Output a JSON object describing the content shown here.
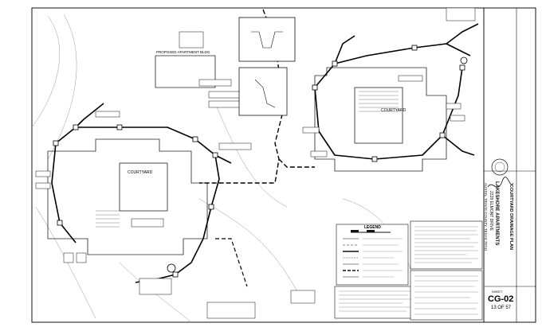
{
  "drawing": {
    "labels": {
      "proposed_bldg": "PROPOSED APARTMENT BLDG",
      "courtyard_1": "COURTYARD",
      "courtyard_2": "COURTYARD",
      "legend_title": "LEGEND"
    }
  },
  "title_block": {
    "project_name": "LAKESHORE APARTMENTS",
    "address_1": "2228 ELMONT DRIVE",
    "address_2": "AUSTIN, TRAVIS COUNTY, TEXAS 78741",
    "sheet_title": "COURTYARD DRAINAGE PLAN",
    "sheet_label": "SHEET",
    "sheet_number": "CG-02",
    "sheet_index": "13 OF 57"
  },
  "colors": {
    "ink": "#111111",
    "paper": "#ffffff",
    "light": "#8a8a8a"
  }
}
